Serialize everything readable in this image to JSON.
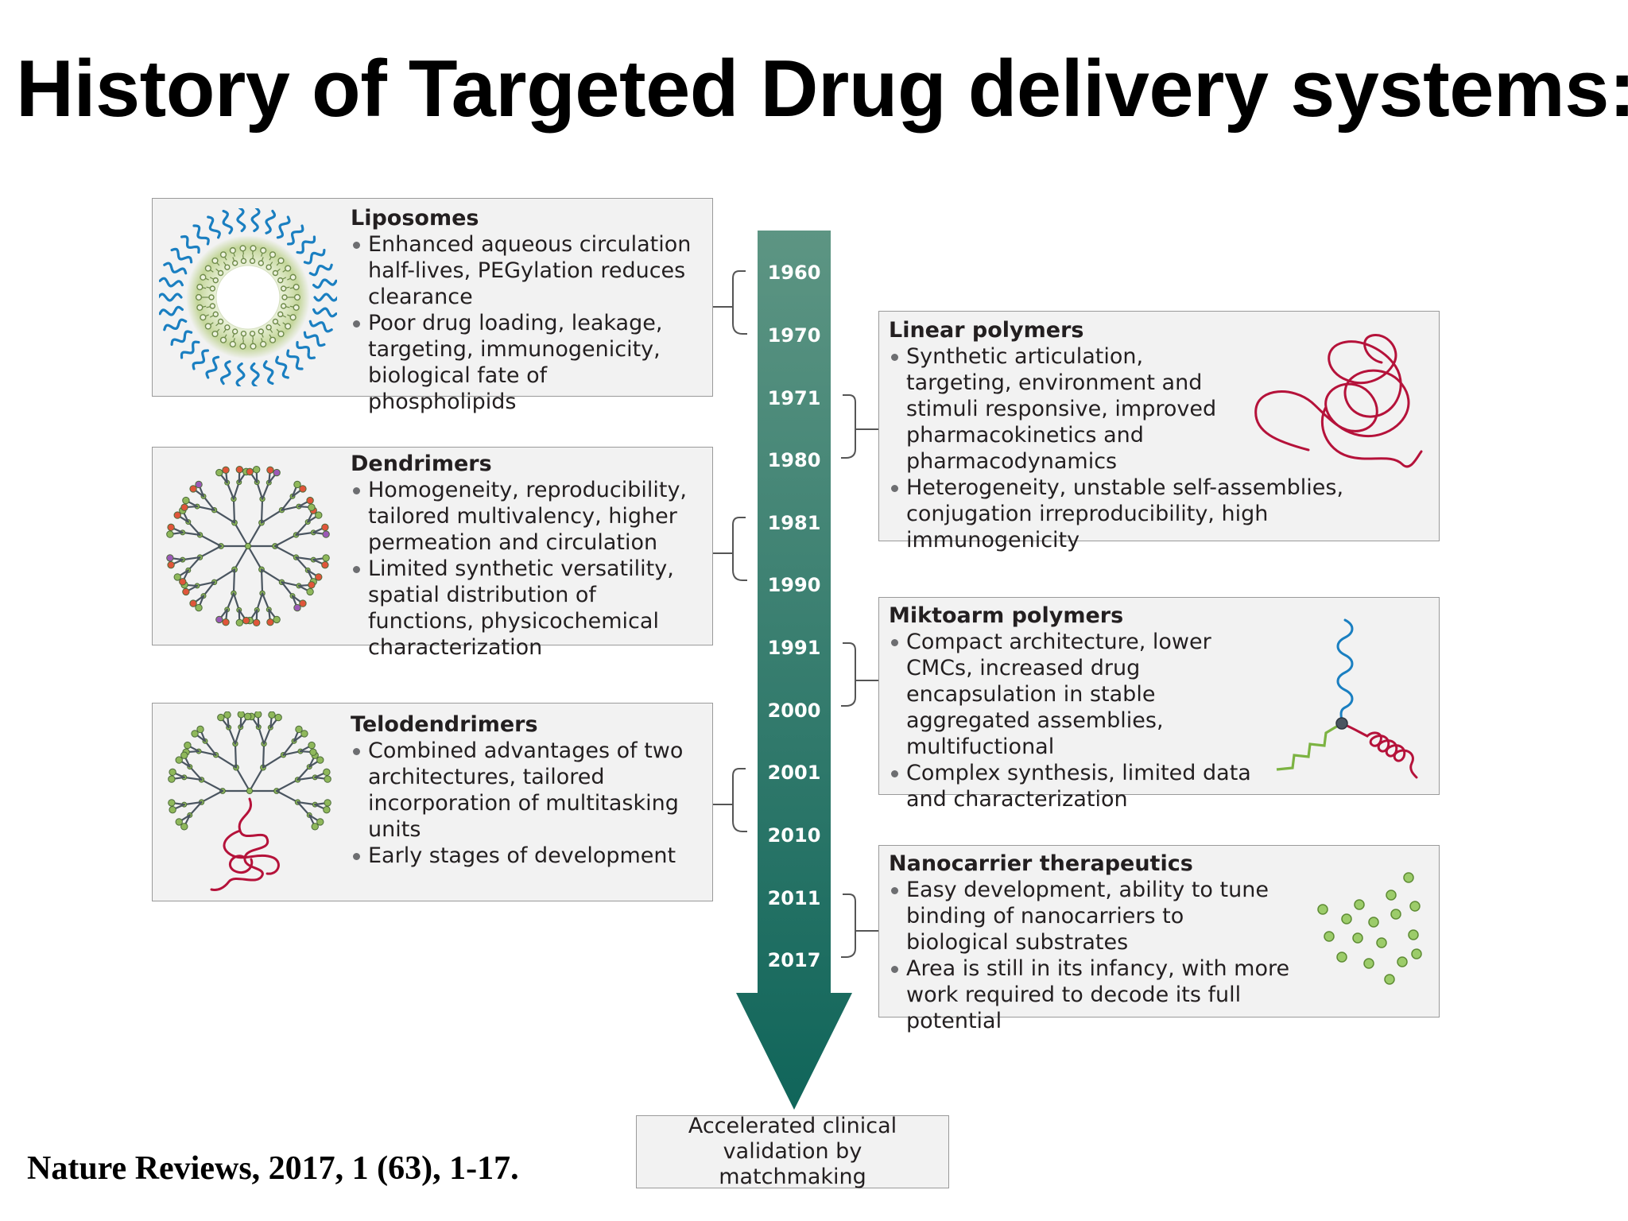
{
  "title": "History of Targeted Drug delivery systems:",
  "timeline": {
    "years": [
      "1960",
      "1970",
      "1971",
      "1980",
      "1981",
      "1990",
      "1991",
      "2000",
      "2001",
      "2010",
      "2011",
      "2017"
    ],
    "final": "Accelerated clinical validation by matchmaking"
  },
  "cards": {
    "liposomes": {
      "title": "Liposomes",
      "bullets": [
        "Enhanced aqueous circulation half-lives, PEGylation reduces clearance",
        "Poor drug loading, leakage, targeting, immunogenicity, biological fate of phospholipids"
      ],
      "icon": "liposome-icon"
    },
    "dendrimers": {
      "title": "Dendrimers",
      "bullets": [
        "Homogeneity, reproducibility, tailored multivalency, higher permeation and circulation",
        "Limited synthetic versatility, spatial distribution of functions, physicochemical characterization"
      ],
      "icon": "dendrimer-icon"
    },
    "telodendrimers": {
      "title": "Telodendrimers",
      "bullets": [
        "Combined advantages of two architectures, tailored incorporation of multitasking units",
        "Early stages of development"
      ],
      "icon": "telodendrimer-icon"
    },
    "linear_polymers": {
      "title": "Linear polymers",
      "bullets": [
        "Synthetic articulation, targeting, environment and stimuli responsive, improved pharmacokinetics and pharmacodynamics",
        "Heterogeneity, unstable self-assemblies, conjugation irreproducibility, high immunogenicity"
      ],
      "icon": "polymer-coil-icon"
    },
    "miktoarm": {
      "title": "Miktoarm polymers",
      "bullets": [
        "Compact architecture, lower CMCs, increased drug encapsulation in stable aggregated assemblies, multifuctional",
        "Complex synthesis, limited data and characterization"
      ],
      "icon": "miktoarm-star-icon"
    },
    "nanocarrier": {
      "title": "Nanocarrier therapeutics",
      "bullets": [
        "Easy development, ability to tune binding of nanocarriers to biological substrates",
        "Area is still in its infancy, with more work required to decode its full potential"
      ],
      "icon": "nanoparticles-icon"
    }
  },
  "citation": "Nature Reviews, 2017, 1 (63), 1-17.",
  "colors": {
    "arrow_top": "#5d9583",
    "arrow_bottom": "#10655a",
    "card_bg": "#f2f2f2",
    "card_border": "#9a9a9a",
    "lipid_blue": "#1a7fc1",
    "polymer_red": "#b5123a",
    "node_green": "#8fb85b"
  }
}
